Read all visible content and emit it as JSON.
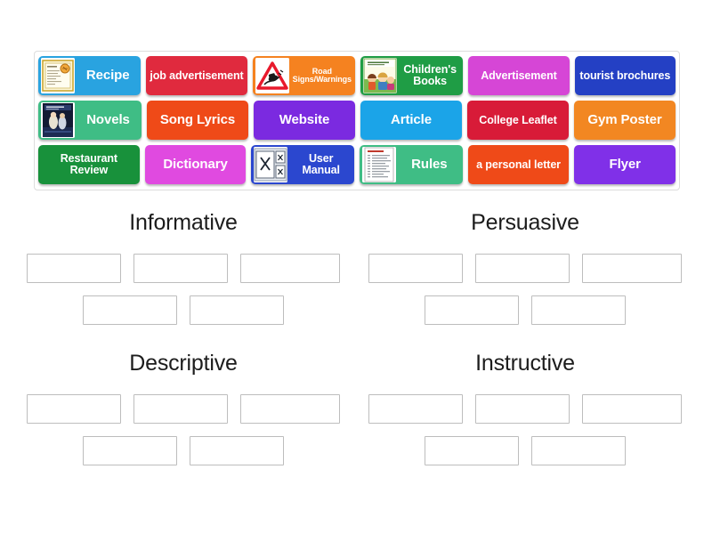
{
  "activity": {
    "type": "group-sort",
    "tile_bank_label": "word tile bank"
  },
  "tiles": [
    {
      "id": "recipe",
      "label": "Recipe",
      "color": "#29a3e0",
      "thumb": "recipe-card-thumbnail",
      "label_size": "normal"
    },
    {
      "id": "job-advertisement",
      "label": "job advertisement",
      "color": "#e02a3e",
      "thumb": null,
      "label_size": "small"
    },
    {
      "id": "road-signs",
      "label": "Road Signs/Warnings",
      "color": "#f58220",
      "thumb": "warning-triangle-sign-thumbnail",
      "label_size": "tiny"
    },
    {
      "id": "childrens-books",
      "label": "Children's Books",
      "color": "#1f9d45",
      "thumb": "childrens-book-cover-thumbnail",
      "label_size": "small"
    },
    {
      "id": "advertisement",
      "label": "Advertisement",
      "color": "#d646d6",
      "thumb": null,
      "label_size": "small"
    },
    {
      "id": "tourist-brochures",
      "label": "tourist brochures",
      "color": "#2440c4",
      "thumb": null,
      "label_size": "small"
    },
    {
      "id": "novels",
      "label": "Novels",
      "color": "#3fbd85",
      "thumb": "novel-book-cover-thumbnail",
      "label_size": "normal"
    },
    {
      "id": "song-lyrics",
      "label": "Song Lyrics",
      "color": "#ef4a18",
      "thumb": null,
      "label_size": "normal"
    },
    {
      "id": "website",
      "label": "Website",
      "color": "#7b2ae0",
      "thumb": null,
      "label_size": "normal"
    },
    {
      "id": "article",
      "label": "Article",
      "color": "#1ba4e8",
      "thumb": null,
      "label_size": "normal"
    },
    {
      "id": "college-leaflet",
      "label": "College Leaflet",
      "color": "#d81b38",
      "thumb": null,
      "label_size": "small"
    },
    {
      "id": "gym-poster",
      "label": "Gym Poster",
      "color": "#f28722",
      "thumb": null,
      "label_size": "normal"
    },
    {
      "id": "restaurant-review",
      "label": "Restaurant Review",
      "color": "#18913b",
      "thumb": null,
      "label_size": "small"
    },
    {
      "id": "dictionary",
      "label": "Dictionary",
      "color": "#e04ae0",
      "thumb": null,
      "label_size": "normal"
    },
    {
      "id": "user-manual",
      "label": "User Manual",
      "color": "#2b47cf",
      "thumb": "user-manual-diagram-thumbnail",
      "label_size": "small"
    },
    {
      "id": "rules",
      "label": "Rules",
      "color": "#3fbd85",
      "thumb": "rules-document-thumbnail",
      "label_size": "normal"
    },
    {
      "id": "personal-letter",
      "label": "a personal letter",
      "color": "#ef4a18",
      "thumb": null,
      "label_size": "small"
    },
    {
      "id": "flyer",
      "label": "Flyer",
      "color": "#8030e8",
      "thumb": null,
      "label_size": "normal"
    }
  ],
  "categories": [
    {
      "id": "informative",
      "title": "Informative",
      "slot_rows": [
        3,
        2
      ]
    },
    {
      "id": "persuasive",
      "title": "Persuasive",
      "slot_rows": [
        3,
        2
      ]
    },
    {
      "id": "descriptive",
      "title": "Descriptive",
      "slot_rows": [
        3,
        2
      ]
    },
    {
      "id": "instructive",
      "title": "Instructive",
      "slot_rows": [
        3,
        2
      ]
    }
  ],
  "colors": {
    "page_background": "#ffffff",
    "slot_border": "#bdbdbd",
    "bank_border": "#dcdcdc",
    "title_text": "#1c1c1c",
    "tile_text": "#ffffff"
  }
}
